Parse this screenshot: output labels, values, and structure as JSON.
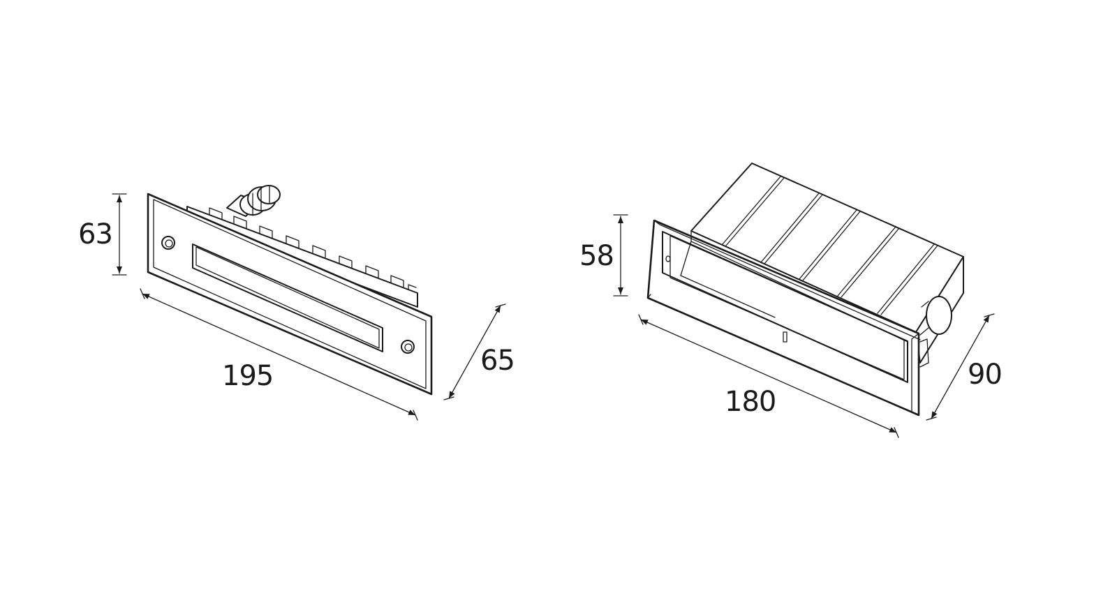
{
  "colors": {
    "line": "#1a1a1a",
    "background": "#ffffff"
  },
  "views": [
    {
      "id": "recessed-light-fixture",
      "dimensions": {
        "height": "63",
        "width": "195",
        "depth": "65"
      }
    },
    {
      "id": "mounting-box",
      "dimensions": {
        "height": "58",
        "width": "180",
        "depth": "90"
      }
    }
  ]
}
